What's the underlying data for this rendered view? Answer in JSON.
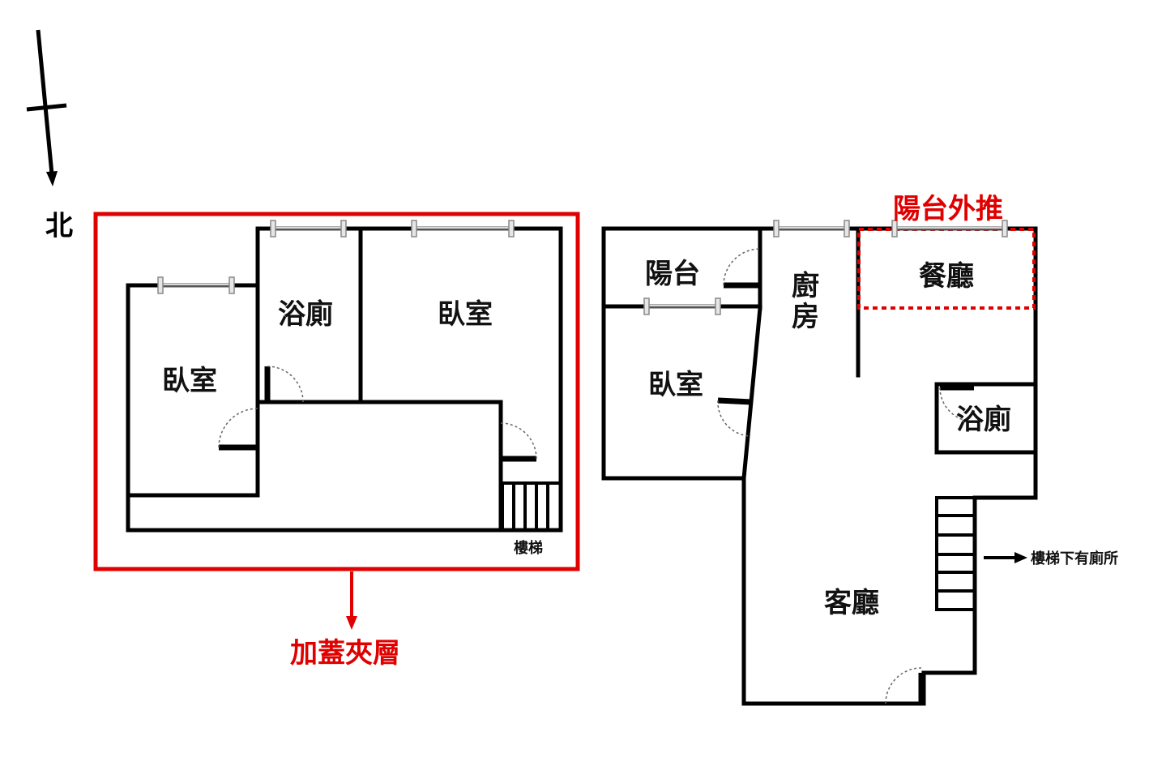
{
  "north": {
    "label": "北"
  },
  "mezzanine": {
    "title": "加蓋夾層",
    "rooms": {
      "bedroom_left": "臥室",
      "bathroom": "浴廁",
      "bedroom_right": "臥室",
      "stairs": "樓梯"
    }
  },
  "main_floor": {
    "balcony_extension": "陽台外推",
    "rooms": {
      "balcony": "陽台",
      "bedroom": "臥室",
      "kitchen_line1": "廚",
      "kitchen_line2": "房",
      "dining": "餐廳",
      "bathroom": "浴廁",
      "living": "客廳"
    },
    "stairs_note": "樓梯下有廁所"
  },
  "colors": {
    "highlight": "#e00000",
    "wall": "#000000",
    "background": "#ffffff"
  }
}
